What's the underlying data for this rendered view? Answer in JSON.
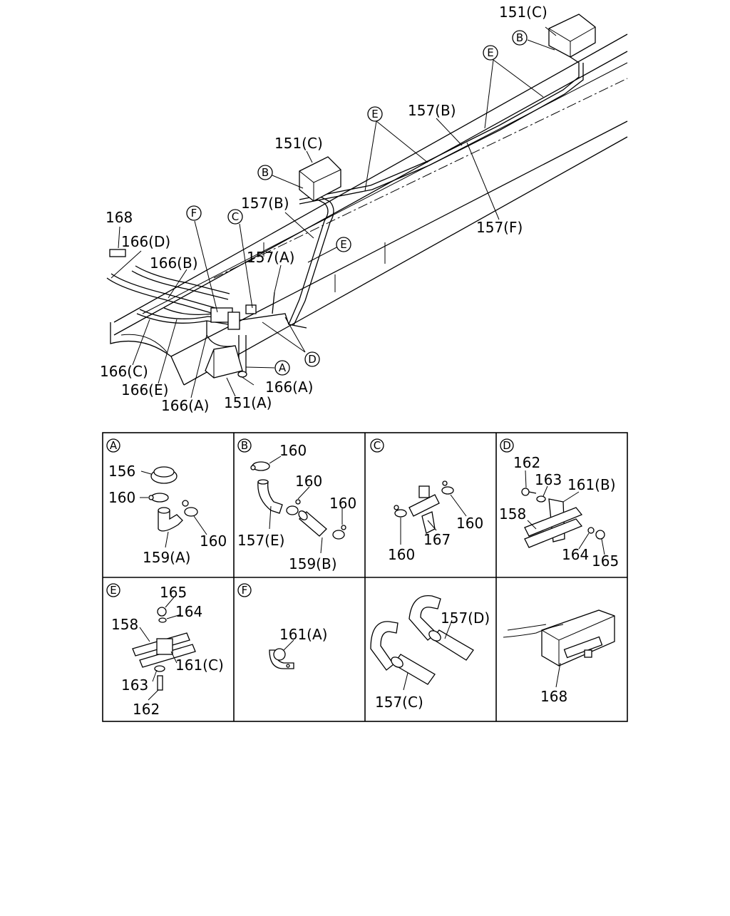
{
  "overview": {
    "labels": {
      "l151c_top": "151(C)",
      "l151c_mid": "151(C)",
      "l157b_top": "157(B)",
      "l157b_mid": "157(B)",
      "l157f": "157(F)",
      "l157a": "157(A)",
      "l168": "168",
      "l166d": "166(D)",
      "l166b": "166(B)",
      "l166c": "166(C)",
      "l166e": "166(E)",
      "l166a_bot": "166(A)",
      "l151a": "151(A)",
      "l166a_right": "166(A)"
    },
    "callouts": {
      "b_top": "B",
      "e_top": "E",
      "e_mid": "E",
      "b_mid": "B",
      "f": "F",
      "c": "C",
      "e_low": "E",
      "d": "D",
      "a": "A"
    }
  },
  "details": {
    "A": {
      "letter": "A",
      "labels": {
        "p156": "156",
        "p160a": "160",
        "p160b": "160",
        "p159a": "159(A)"
      }
    },
    "B": {
      "letter": "B",
      "labels": {
        "p160a": "160",
        "p160b": "160",
        "p160c": "160",
        "p157e": "157(E)",
        "p159b": "159(B)"
      }
    },
    "C": {
      "letter": "C",
      "labels": {
        "p160a": "160",
        "p160b": "160",
        "p167": "167"
      }
    },
    "D": {
      "letter": "D",
      "labels": {
        "p162": "162",
        "p163": "163",
        "p161b": "161(B)",
        "p158": "158",
        "p164": "164",
        "p165": "165"
      }
    },
    "E": {
      "letter": "E",
      "labels": {
        "p165": "165",
        "p164": "164",
        "p158": "158",
        "p161c": "161(C)",
        "p163": "163",
        "p162": "162"
      }
    },
    "F": {
      "letter": "F",
      "labels": {
        "p161a": "161(A)"
      }
    },
    "G": {
      "labels": {
        "p157d": "157(D)",
        "p157c": "157(C)"
      }
    },
    "H": {
      "labels": {
        "p168": "168"
      }
    }
  }
}
